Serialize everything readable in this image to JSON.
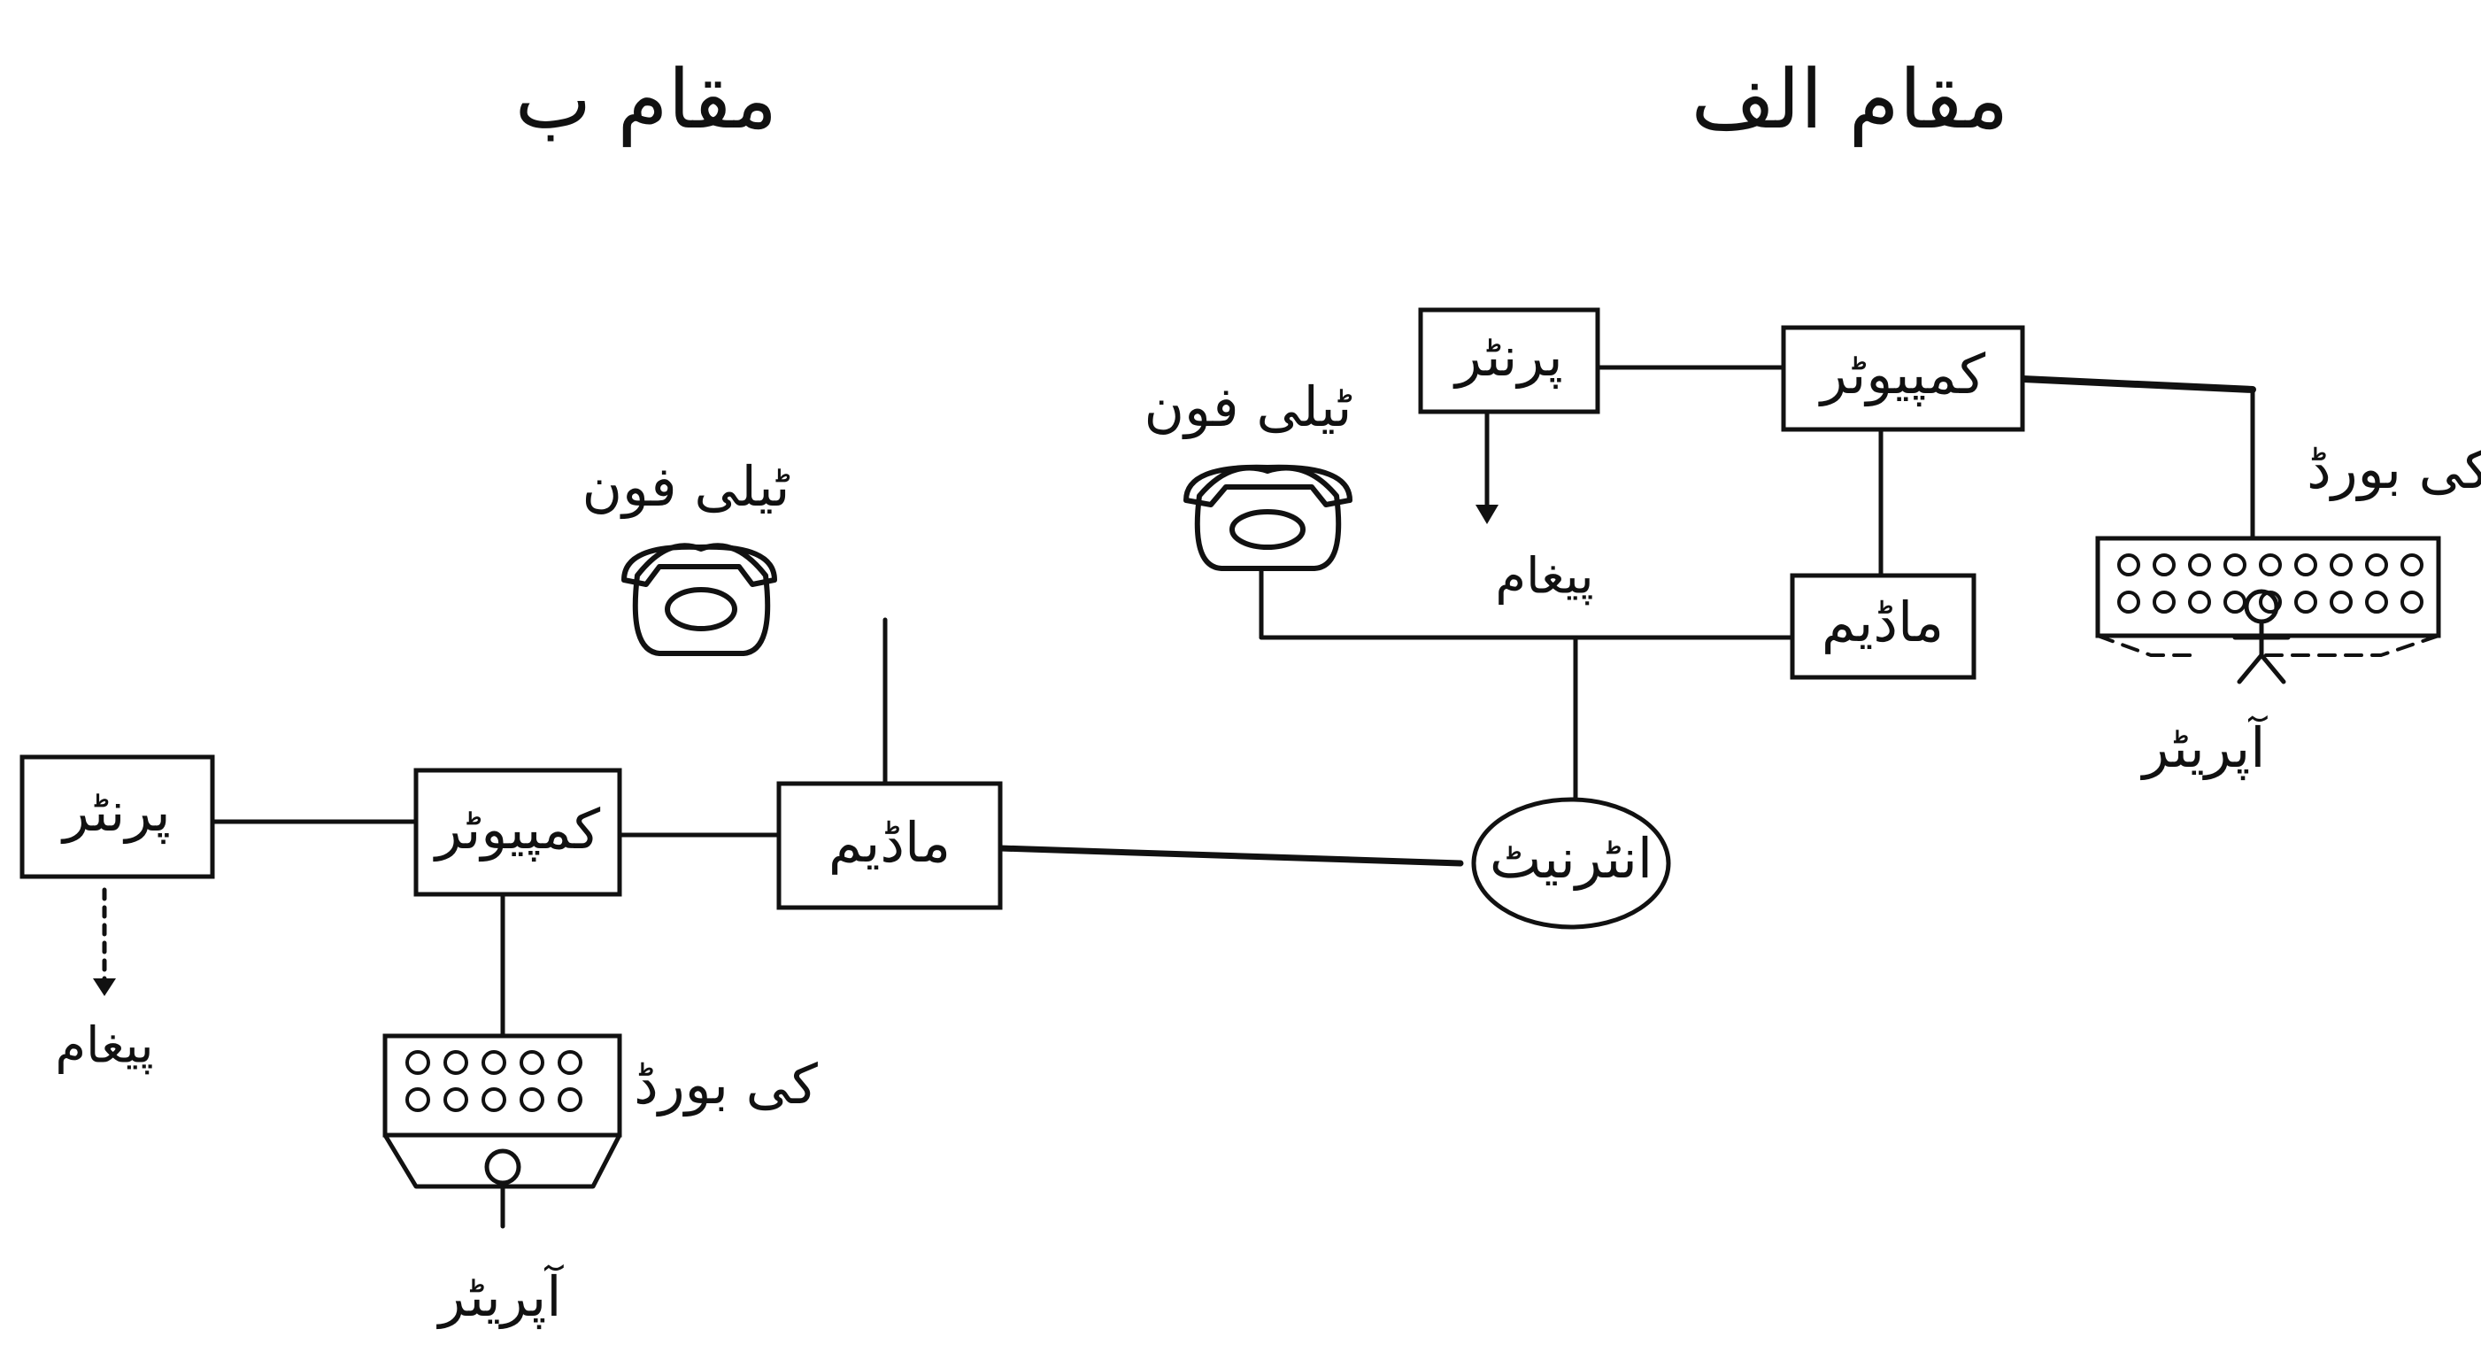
{
  "place_a": "مقام الف",
  "place_b": "مقام ب",
  "site_a": {
    "printer": "پرنٹر",
    "computer": "کمپیوٹر",
    "modem": "ماڈیم",
    "telephone": "ٹیلی فون",
    "keyboard": "کی بورڈ",
    "operator": "آپریٹر",
    "message": "پیغام"
  },
  "site_b": {
    "printer": "پرنٹر",
    "computer": "کمپیوٹر",
    "modem": "ماڈیم",
    "telephone": "ٹیلی فون",
    "keyboard": "کی بورڈ",
    "operator": "آپریٹر",
    "message": "پیغام"
  },
  "internet": "انٹرنیٹ"
}
